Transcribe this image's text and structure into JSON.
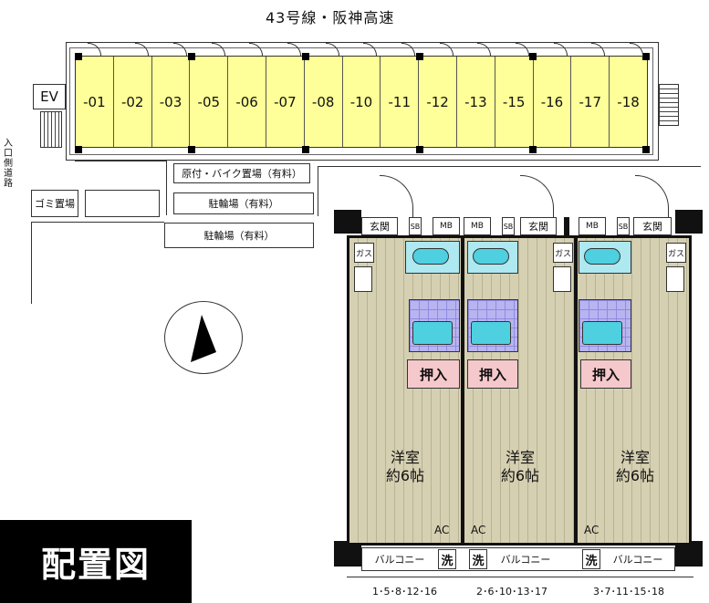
{
  "header": {
    "road": "43号線・阪神高速"
  },
  "building": {
    "ev": "EV",
    "units": [
      "-01",
      "-02",
      "-03",
      "-05",
      "-06",
      "-07",
      "-08",
      "-10",
      "-11",
      "-12",
      "-13",
      "-15",
      "-16",
      "-17",
      "-18"
    ]
  },
  "side": {
    "entrance_road": "入口側道路"
  },
  "site": {
    "bike_parking": "原付・バイク置場（有料）",
    "bicycle_parking_1": "駐輪場（有料）",
    "bicycle_parking_2": "駐輪場（有料）",
    "garbage": "ゴミ置場"
  },
  "plan": {
    "entrance": "玄関",
    "ps": "SB",
    "mb": "MB",
    "gas": "ガス",
    "closet": "押入",
    "room_name": "洋室",
    "room_size": "約6帖",
    "ac": "AC",
    "balcony": "バルコニー",
    "wash": "洗",
    "unit_groups": [
      "1･5･8･12･16",
      "2･6･10･13･17",
      "3･7･11･15･18"
    ]
  },
  "badge": {
    "title": "配置図"
  },
  "colors": {
    "unit_fill": "#ffff99",
    "floor": "#d6d0b2",
    "closet": "#f5c8cc",
    "bath": "#b8b4f0",
    "toilet": "#aee8f0",
    "badge_bg": "#000000"
  }
}
